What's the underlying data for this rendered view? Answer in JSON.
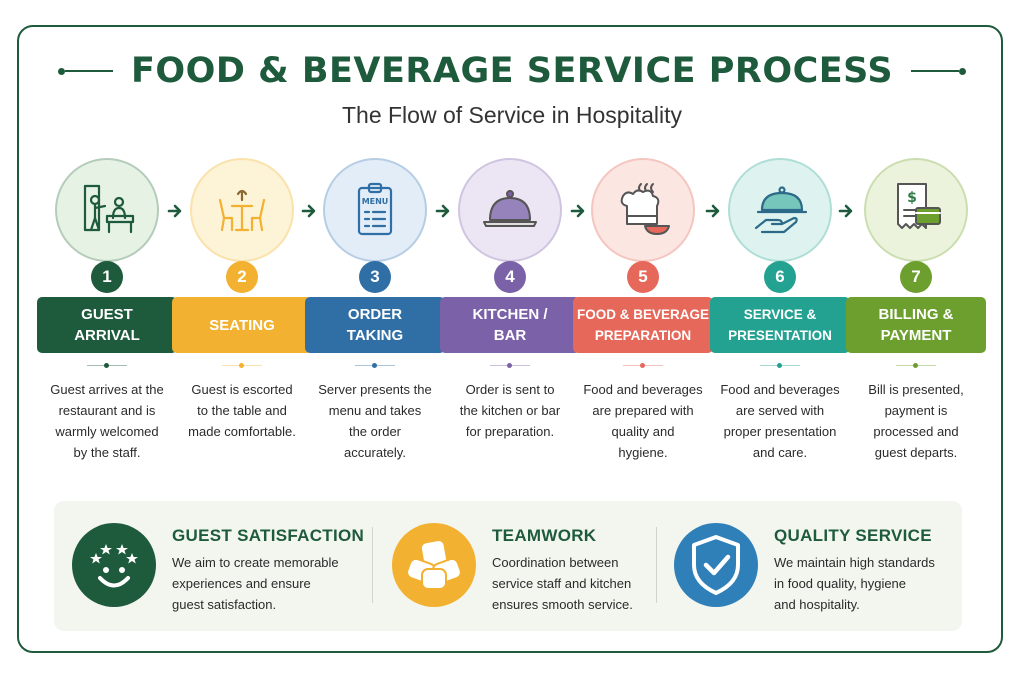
{
  "header": {
    "title": "FOOD & BEVERAGE SERVICE PROCESS",
    "subtitle": "The Flow of Service in Hospitality"
  },
  "steps": [
    {
      "number": "1",
      "label": "GUEST\nARRIVAL",
      "description": "Guest arrives at the\nrestaurant and is\nwarmly welcomed\nby the staff.",
      "color": "#1e5a3c",
      "tint": "#e6f2e4",
      "icon": "host-greeting-icon"
    },
    {
      "number": "2",
      "label": "SEATING",
      "description": "Guest is escorted\nto the table and\nmade comfortable.",
      "color": "#f2b130",
      "tint": "#fdf3d6",
      "icon": "dining-table-icon"
    },
    {
      "number": "3",
      "label": "ORDER\nTAKING",
      "description": "Server presents the\nmenu and takes\nthe order\naccurately.",
      "color": "#2f6fa6",
      "tint": "#e3edf8",
      "icon": "menu-clipboard-icon",
      "icon_text": "MENU"
    },
    {
      "number": "4",
      "label": "KITCHEN /\nBAR",
      "description": "Order is sent to\nthe kitchen or bar\nfor preparation.",
      "color": "#7b62a8",
      "tint": "#ece6f4",
      "icon": "cloche-icon"
    },
    {
      "number": "5",
      "label": "FOOD & BEVERAGE\nPREPARATION",
      "description": "Food and beverages\nare prepared with\nquality and\nhygiene.",
      "color": "#e5685a",
      "tint": "#fbe6e2",
      "icon": "chef-hat-icon"
    },
    {
      "number": "6",
      "label": "SERVICE &\nPRESENTATION",
      "description": "Food and beverages\nare served with\nproper presentation\nand care.",
      "color": "#23a191",
      "tint": "#def3ef",
      "icon": "serving-hand-icon"
    },
    {
      "number": "7",
      "label": "BILLING &\nPAYMENT",
      "description": "Bill is presented,\npayment is\nprocessed and\nguest departs.",
      "color": "#6d9f2e",
      "tint": "#ebf3dc",
      "icon": "bill-payment-icon"
    }
  ],
  "features": [
    {
      "title": "GUEST SATISFACTION",
      "text": "We aim to create memorable\nexperiences and ensure\nguest satisfaction.",
      "color": "#1e5a3c",
      "icon": "smiley-stars-icon"
    },
    {
      "title": "TEAMWORK",
      "text": "Coordination between\nservice staff and kitchen\nensures smooth service.",
      "color": "#f2b130",
      "icon": "hands-together-icon"
    },
    {
      "title": "QUALITY SERVICE",
      "text": "We maintain high standards\nin food quality, hygiene\nand hospitality.",
      "color": "#2f6fa6",
      "icon": "shield-check-icon"
    }
  ],
  "colors": {
    "brand": "#1e5a3c",
    "panel": "#f3f6ef"
  }
}
